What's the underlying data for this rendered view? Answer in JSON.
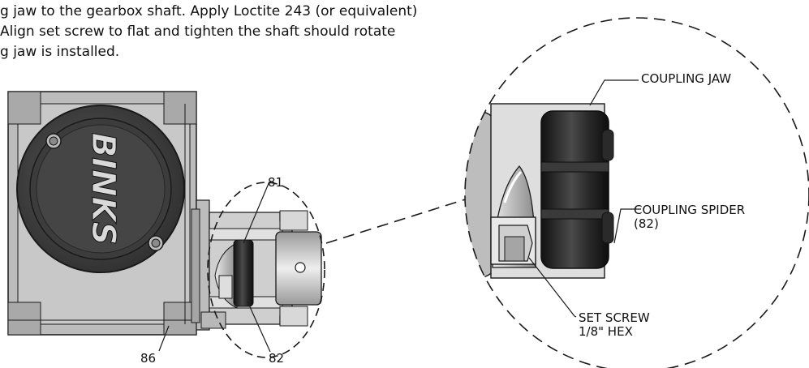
{
  "instructions": {
    "lines": [
      "g jaw to the gearbox shaft. Apply Loctite 243 (or equivalent)",
      "Align set screw to flat and tighten the shaft should rotate",
      "g jaw is installed."
    ]
  },
  "logo": {
    "text": "BINKS"
  },
  "callouts": {
    "part_81": "81",
    "part_82": "82",
    "part_86": "86",
    "coupling_jaw": "COUPLING JAW",
    "coupling_spider_line1": "COUPLING SPIDER",
    "coupling_spider_line2": "(82)",
    "set_screw_line1": "SET SCREW",
    "set_screw_line2": "1/8\" HEX"
  },
  "colors": {
    "line": "#1a1a1a",
    "housing": "#bdbdbd",
    "housing_dark": "#8f8f8f",
    "cover": "#4a4a4a",
    "cover_dark": "#2e2e2e",
    "metal": "#d6d6d6",
    "spider": "#1e1e1e"
  }
}
